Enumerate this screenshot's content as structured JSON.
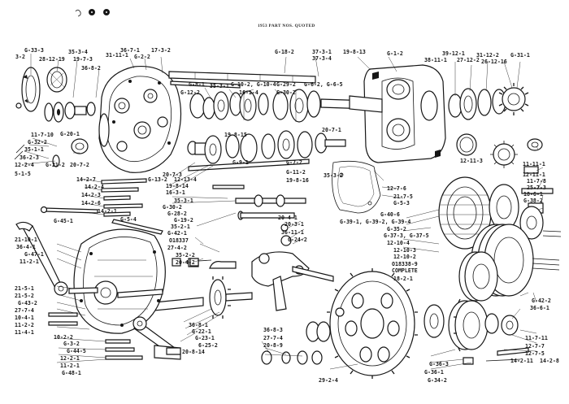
{
  "header": {
    "caption": "1953 PART NOS. QUOTED"
  },
  "labels": {
    "g33_3": "G-33-3",
    "m3_2": "3-2",
    "m28_12_19": "28-12-19",
    "m35_3_4": "35-3-4",
    "m19_7_3": "19-7-3",
    "m36_8_2": "36-8-2",
    "m31_11_1": "31-11-1",
    "m36_7_1": "36-7-1",
    "g2_2": "G-2-2",
    "m17_3_2": "17-3-2",
    "g18_2": "G-18-2",
    "m37_3_1": "37-3-1",
    "m37_3_4": "37-3-4",
    "m19_8_13": "19-8-13",
    "g1_2": "G-1-2",
    "m39_12_1": "39-12-1",
    "m38_11_1": "38-11-1",
    "m27_12_2": "27-12-2",
    "m31_12_2": "31-12-2",
    "m26_12_16": "26-12-16",
    "g31_1": "G-31-1",
    "g8_1": "G-8-1",
    "m35_3_1": "35-3-1",
    "g10_2_g10_4": "G-10-2, G-10-4",
    "g29_2": "G-29-2",
    "g6_2_g6_5": "G-6-2, G-6-5",
    "g12_2": "G-12-2",
    "m16_1_4": "16-1-4",
    "g30_2": "G-30-2",
    "m11_7_10": "11-7-10",
    "g20_1": "G-20-1",
    "g32_2": "G-32-2",
    "m35_1_1": "35-1-1",
    "m36_2_3": "36-2-3",
    "m12_2_4": "12-2-4",
    "g21_2": "G-21-2",
    "m20_7_2": "20-7-2",
    "m5_1_5": "5-1-5",
    "m19_8_15": "19-8-15",
    "m20_7_1": "20-7-1",
    "m12_11_3": "12-11-3",
    "m11_11_1": "11-11-1",
    "m12_11_1": "12-11-1",
    "m11_7_8": "11-7-8",
    "m25_7_3": "25-7-3",
    "m18_6_1": "18-6-1",
    "g38_2": "G-38-2",
    "g9_1": "G-9-1",
    "m20_7_3": "20-7-3",
    "g13_2": "G-13-2",
    "m12_13_4": "12-13-4",
    "m19_8_14": "19-8-14",
    "m16_3_1": "16-3-1",
    "g7_2": "G-7-2",
    "g11_2": "G-11-2",
    "m19_8_16": "19-8-16",
    "m35_3_2": "35-3-2",
    "m12_7_6": "12-7-6",
    "m21_7_5": "21-7-5",
    "g5_3": "G-5-3",
    "m14_2_7": "14-2-7",
    "m14_2_4": "14-2-4",
    "m14_2_3": "14-2-3",
    "m14_2_6": "14-2-6",
    "m14_2_1": "14-2-1",
    "g5_4": "G-5-4",
    "g45_1": "G-45-1",
    "m35_3_1b": "35-3-1",
    "g30_2b": "G-30-2",
    "g28_2": "G-28-2",
    "g19_2": "G-19-2",
    "m35_2_1": "35-2-1",
    "g42_1": "G-42-1",
    "o18337": "O18337",
    "m27_4_2": "27-4-2",
    "m35_2_2": "35-2-2",
    "m20_4_2": "20-4-2",
    "m20_4_1": "20-4-1",
    "m20_3_1": "20-3-1",
    "m36_11_1": "36-11-1",
    "g24_2": "G-24-2",
    "g40_6": "G-40-6",
    "g39_group": "G-39-1, G-39-2, G-39-4",
    "g35_2": "G-35-2",
    "g37_group": "G-37-3, G-37-5",
    "m12_10_4": "12-10-4",
    "m12_10_3": "12-10-3",
    "m12_10_2": "12-10-2",
    "o18338": "O18338-9",
    "complete": "COMPLETE",
    "m18_2_1": "18-2-1",
    "g42_2": "G-42-2",
    "m36_6_1": "36-6-1",
    "m21_10_1": "21-10-1",
    "m36_4_1": "36-4-1",
    "g47_1": "G-47-1",
    "m11_2_1": "11-2-1",
    "m21_5_1": "21-5-1",
    "m21_5_2": "21-5-2",
    "g43_2": "G-43-2",
    "m27_7_4": "27-7-4",
    "m10_4_1": "10-4-1",
    "m11_2_2": "11-2-2",
    "m11_4_1": "11-4-1",
    "m10_2_2": "10-2-2",
    "g3_2": "G-3-2",
    "g44_5": "G-44-5",
    "m12_2_1": "12-2-1",
    "m11_2_1b": "11-2-1",
    "g48_1": "G-48-1",
    "m36_8_1": "36-8-1",
    "g22_1": "G-22-1",
    "g23_1": "G-23-1",
    "m6_25_2": "6-25-2",
    "m20_8_14": "20-8-14",
    "m36_8_3": "36-8-3",
    "m27_7_4b": "27-7-4",
    "m20_8_9": "20-8-9",
    "m29_2_4": "29-2-4",
    "g36_3": "G-36-3",
    "g36_1": "G-36-1",
    "g34_2": "G-34-2",
    "m11_7_11": "11-7-11",
    "m12_7_7": "12-7-7",
    "m12_7_5": "12-7-5",
    "m14_2_11": "14-2-11",
    "m14_2_8": "14-2-8"
  },
  "colors": {
    "ink": "#161616",
    "paper": "#ffffff"
  }
}
